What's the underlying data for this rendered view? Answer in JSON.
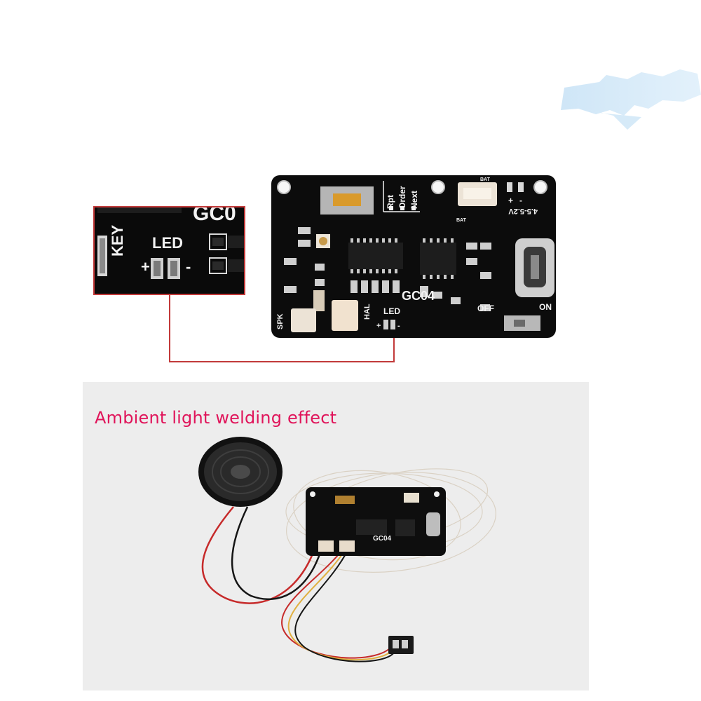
{
  "board": {
    "model": "GC04",
    "switch_labels": [
      "Rpt",
      "Order",
      "Next"
    ],
    "voltage": "4.5-5.2V",
    "bat_label": "BAT",
    "plus": "+",
    "minus": "-",
    "off_label": "OFF",
    "on_label": "ON",
    "spk_label": "SPK",
    "hal_label": "HAL",
    "led_label": "LED"
  },
  "zoom": {
    "key_label": "KEY",
    "led_label": "LED",
    "plus": "+",
    "minus": "-",
    "partial_model": "GC0"
  },
  "photo": {
    "caption": "Ambient light welding effect",
    "board_model": "GC04"
  },
  "colors": {
    "callout": "#c23a3a",
    "caption": "#e0145a",
    "pcb": "#0c0c0c",
    "silkscreen": "#f2f2f2"
  }
}
